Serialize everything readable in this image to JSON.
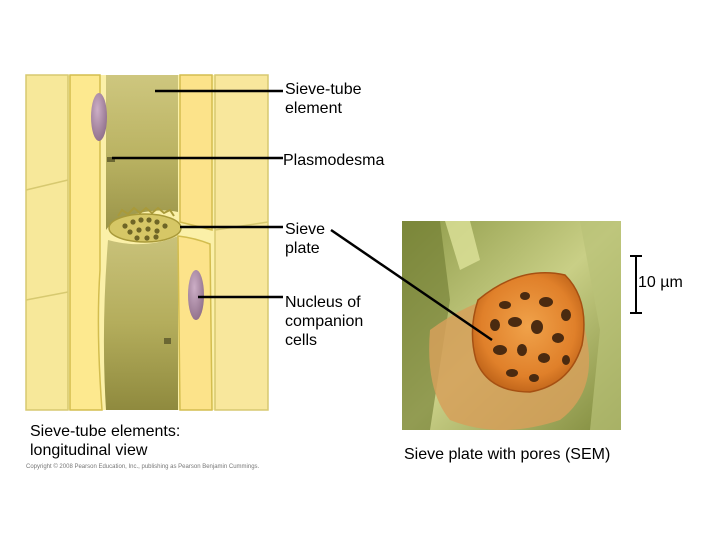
{
  "labels": {
    "sieve_tube_element": "Sieve-tube\nelement",
    "plasmodesma": "Plasmodesma",
    "sieve_plate": "Sieve\nplate",
    "nucleus": "Nucleus of\ncompanion\ncells",
    "scale_bar": "10 µm"
  },
  "captions": {
    "left": "Sieve-tube elements:\nlongitudinal view",
    "right": "Sieve plate with pores (SEM)"
  },
  "copyright": "Copyright © 2008 Pearson Education, Inc., publishing as Pearson Benjamin Cummings."
}
